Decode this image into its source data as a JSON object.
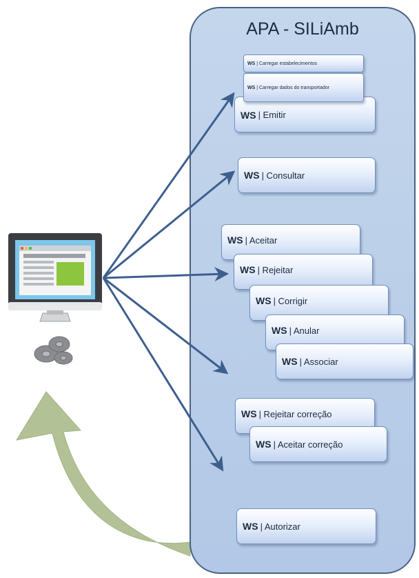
{
  "panel": {
    "title": "APA - SILiAmb"
  },
  "ws_prefix": "WS",
  "services": {
    "carregar_estabelecimentos": "| Carregar estabelecimentos",
    "carregar_transportador": "| Carregar dados do transportador",
    "emitir": "| Emitir",
    "consultar": "| Consultar",
    "aceitar": "| Aceitar",
    "rejeitar": "| Rejeitar",
    "corrigir": "| Corrigir",
    "anular": "| Anular",
    "associar": "| Associar",
    "rejeitar_correcao": "| Rejeitar correção",
    "aceitar_correcao": "| Aceitar correção",
    "autorizar": "| Autorizar"
  },
  "colors": {
    "panel_fill": "#bcd0ea",
    "panel_border": "#4a6282",
    "arrow": "#3d5f8e",
    "return_arrow": "#b3c196"
  },
  "icons": [
    "computer-monitor-icon",
    "gears-icon",
    "curved-return-arrow-icon"
  ]
}
